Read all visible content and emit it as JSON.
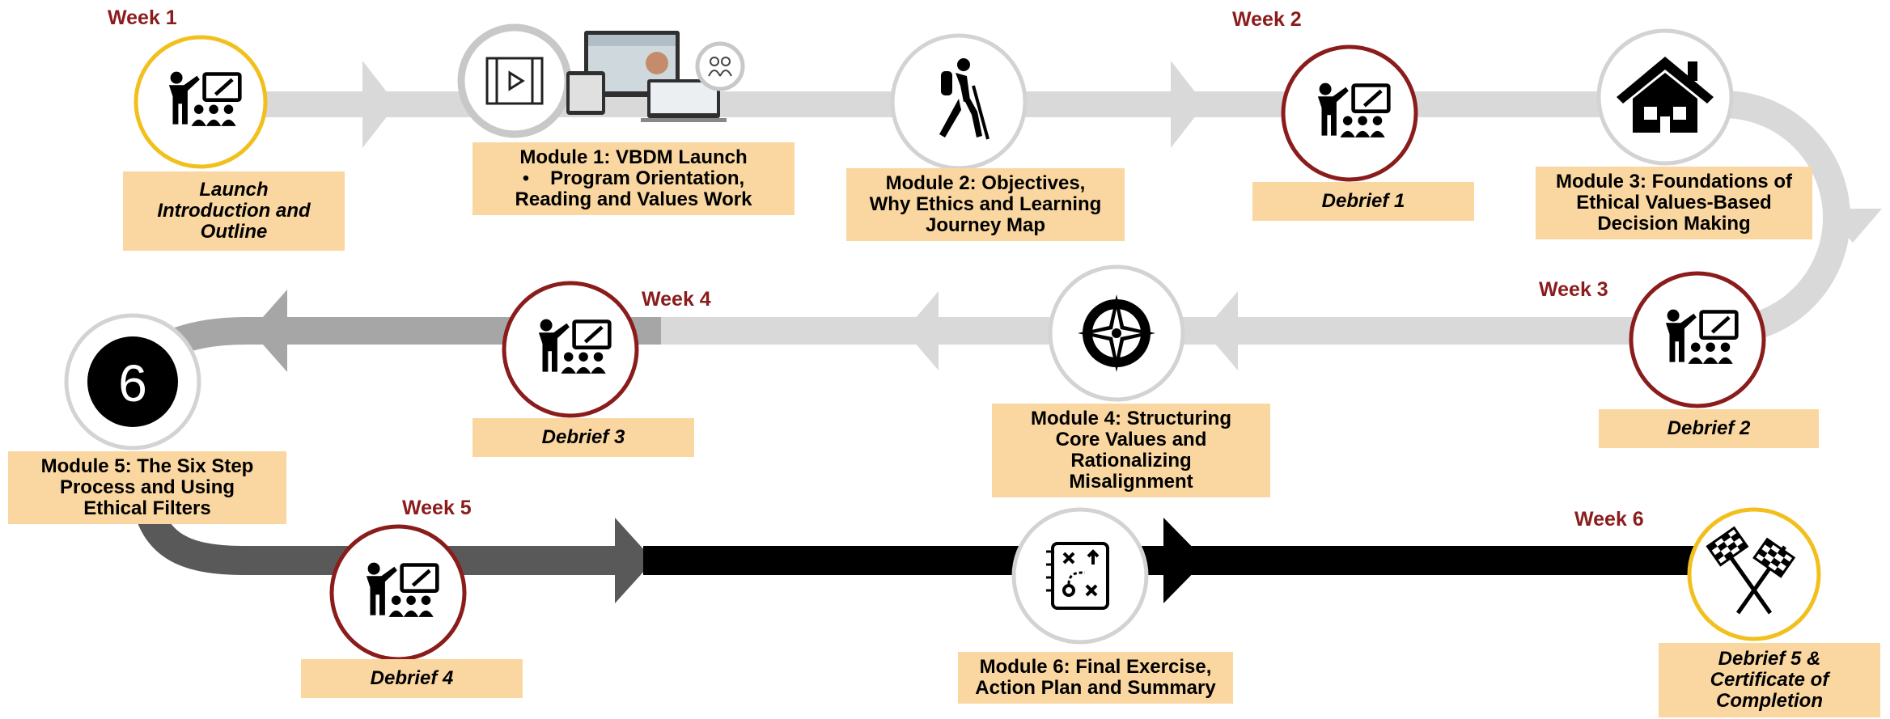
{
  "weeks": {
    "w1": "Week 1",
    "w2": "Week 2",
    "w3": "Week 3",
    "w4": "Week 4",
    "w5": "Week 5",
    "w6": "Week 6"
  },
  "nodes": {
    "launch": {
      "lines": [
        "Launch",
        "Introduction and",
        "Outline"
      ],
      "icon": "presenter-icon"
    },
    "module1": {
      "line1": "Module 1: VBDM Launch",
      "bullet": "•",
      "line2": "Program Orientation,",
      "line3": "Reading and Values Work",
      "icon": "video-screens-icon"
    },
    "module2": {
      "lines": [
        "Module 2: Objectives,",
        "Why Ethics and Learning",
        "Journey Map"
      ],
      "icon": "hiker-icon"
    },
    "debrief1": {
      "lines": [
        "Debrief 1"
      ],
      "icon": "presenter-icon"
    },
    "module3": {
      "lines": [
        "Module 3: Foundations of",
        "Ethical Values-Based",
        "Decision Making"
      ],
      "icon": "house-icon"
    },
    "debrief2": {
      "lines": [
        "Debrief 2"
      ],
      "icon": "presenter-icon"
    },
    "module4": {
      "lines": [
        "Module 4: Structuring",
        "Core Values and",
        "Rationalizing",
        "Misalignment"
      ],
      "icon": "compass-icon"
    },
    "debrief3": {
      "lines": [
        "Debrief 3"
      ],
      "icon": "presenter-icon"
    },
    "module5": {
      "lines": [
        "Module 5: The Six Step",
        "Process and Using",
        "Ethical Filters"
      ],
      "icon": "number-six-icon",
      "number": "6"
    },
    "debrief4": {
      "lines": [
        "Debrief 4"
      ],
      "icon": "presenter-icon"
    },
    "module6": {
      "lines": [
        "Module 6: Final Exercise,",
        "Action Plan and Summary"
      ],
      "icon": "strategy-icon"
    },
    "debrief5": {
      "lines": [
        "Debrief 5 &",
        "Certificate of",
        "Completion"
      ],
      "icon": "checkered-flags-icon"
    }
  },
  "colors": {
    "path_light": "#d9d9d9",
    "path_mid": "#a6a6a6",
    "path_dark": "#595959",
    "path_black": "#000000",
    "ring_gold": "#f2c01e",
    "ring_maroon": "#8b1c1c",
    "ring_gray": "#d3d3d3",
    "box_fill": "#fad7a0",
    "week_text": "#8b1c1c"
  }
}
